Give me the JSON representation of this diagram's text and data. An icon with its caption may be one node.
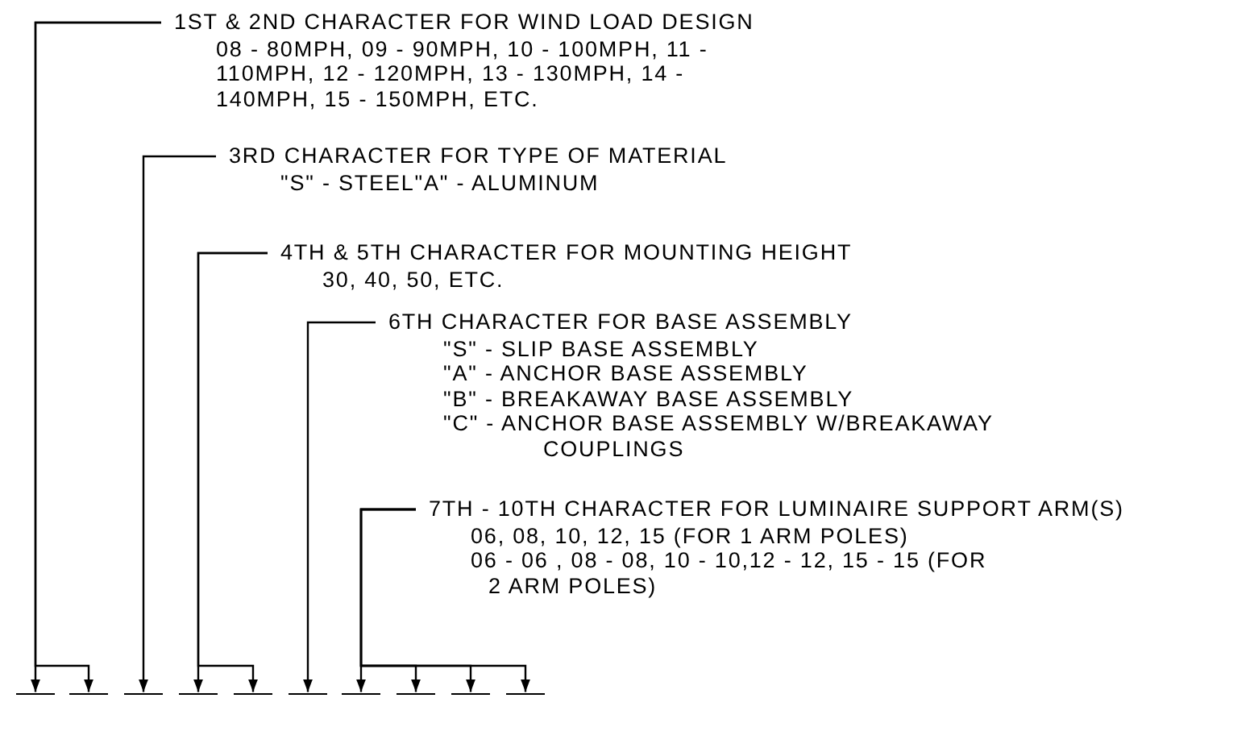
{
  "diagram": {
    "nodes": [
      {
        "text": [
          "1ST & 2ND CHARACTER FOR WIND LOAD DESIGN",
          "08 - 80MPH, 09 - 90MPH, 10 - 100MPH, 11 - 110MPH, 12 - 120MPH, 13 - 130MPH, 14 - 140MPH, 15 - 150MPH, ETC."
        ]
      },
      {
        "text": [
          "3RD CHARACTER FOR TYPE OF MATERIAL",
          "\"S\" - STEEL\"A\" - ALUMINUM"
        ]
      },
      {
        "text": [
          "4TH & 5TH CHARACTER FOR MOUNTING HEIGHT",
          "30, 40, 50, ETC."
        ]
      },
      {
        "text": [
          "6TH CHARACTER FOR BASE ASSEMBLY",
          "\"S\" - SLIP BASE ASSEMBLY",
          "\"A\" - ANCHOR BASE ASSEMBLY",
          "\"B\" - BREAKAWAY BASE ASSEMBLY",
          "\"C\" - ANCHOR BASE ASSEMBLY W/BREAKAWAY COUPLINGS"
        ]
      },
      {
        "text": [
          "7TH - 10TH CHARACTER FOR LUMINAIRE SUPPORT ARM(S)",
          "06, 08, 10, 12, 15  (FOR 1 ARM POLES)",
          "06 - 06 , 08 - 08, 10 - 10,12 - 12, 15 - 15 (FOR 2 ARM POLES)"
        ]
      },
      {
        "text": [],
        "shape": "bar"
      },
      {
        "text": [],
        "shape": "bar"
      },
      {
        "text": [],
        "shape": "bar"
      },
      {
        "text": [],
        "shape": "bar"
      },
      {
        "text": [],
        "shape": "bar"
      },
      {
        "text": [],
        "shape": "bar"
      },
      {
        "text": [],
        "shape": "bar"
      },
      {
        "text": [],
        "shape": "bar"
      },
      {
        "text": [],
        "shape": "bar"
      },
      {
        "text": [],
        "shape": "bar"
      }
    ],
    "edges": [
      {
        "from": 0,
        "to": 5,
        "arrow": "to"
      },
      {
        "from": 0,
        "to": 6,
        "arrow": "to"
      },
      {
        "from": 1,
        "to": 7,
        "arrow": "to"
      },
      {
        "from": 2,
        "to": 8,
        "arrow": "to"
      },
      {
        "from": 2,
        "to": 9,
        "arrow": "to"
      },
      {
        "from": 3,
        "to": 10,
        "arrow": "to"
      },
      {
        "from": 4,
        "to": 11,
        "arrow": "to"
      },
      {
        "from": 4,
        "to": 12,
        "arrow": "to"
      },
      {
        "from": 4,
        "to": 13,
        "arrow": "to"
      },
      {
        "from": 4,
        "to": 14,
        "arrow": "to"
      }
    ]
  }
}
